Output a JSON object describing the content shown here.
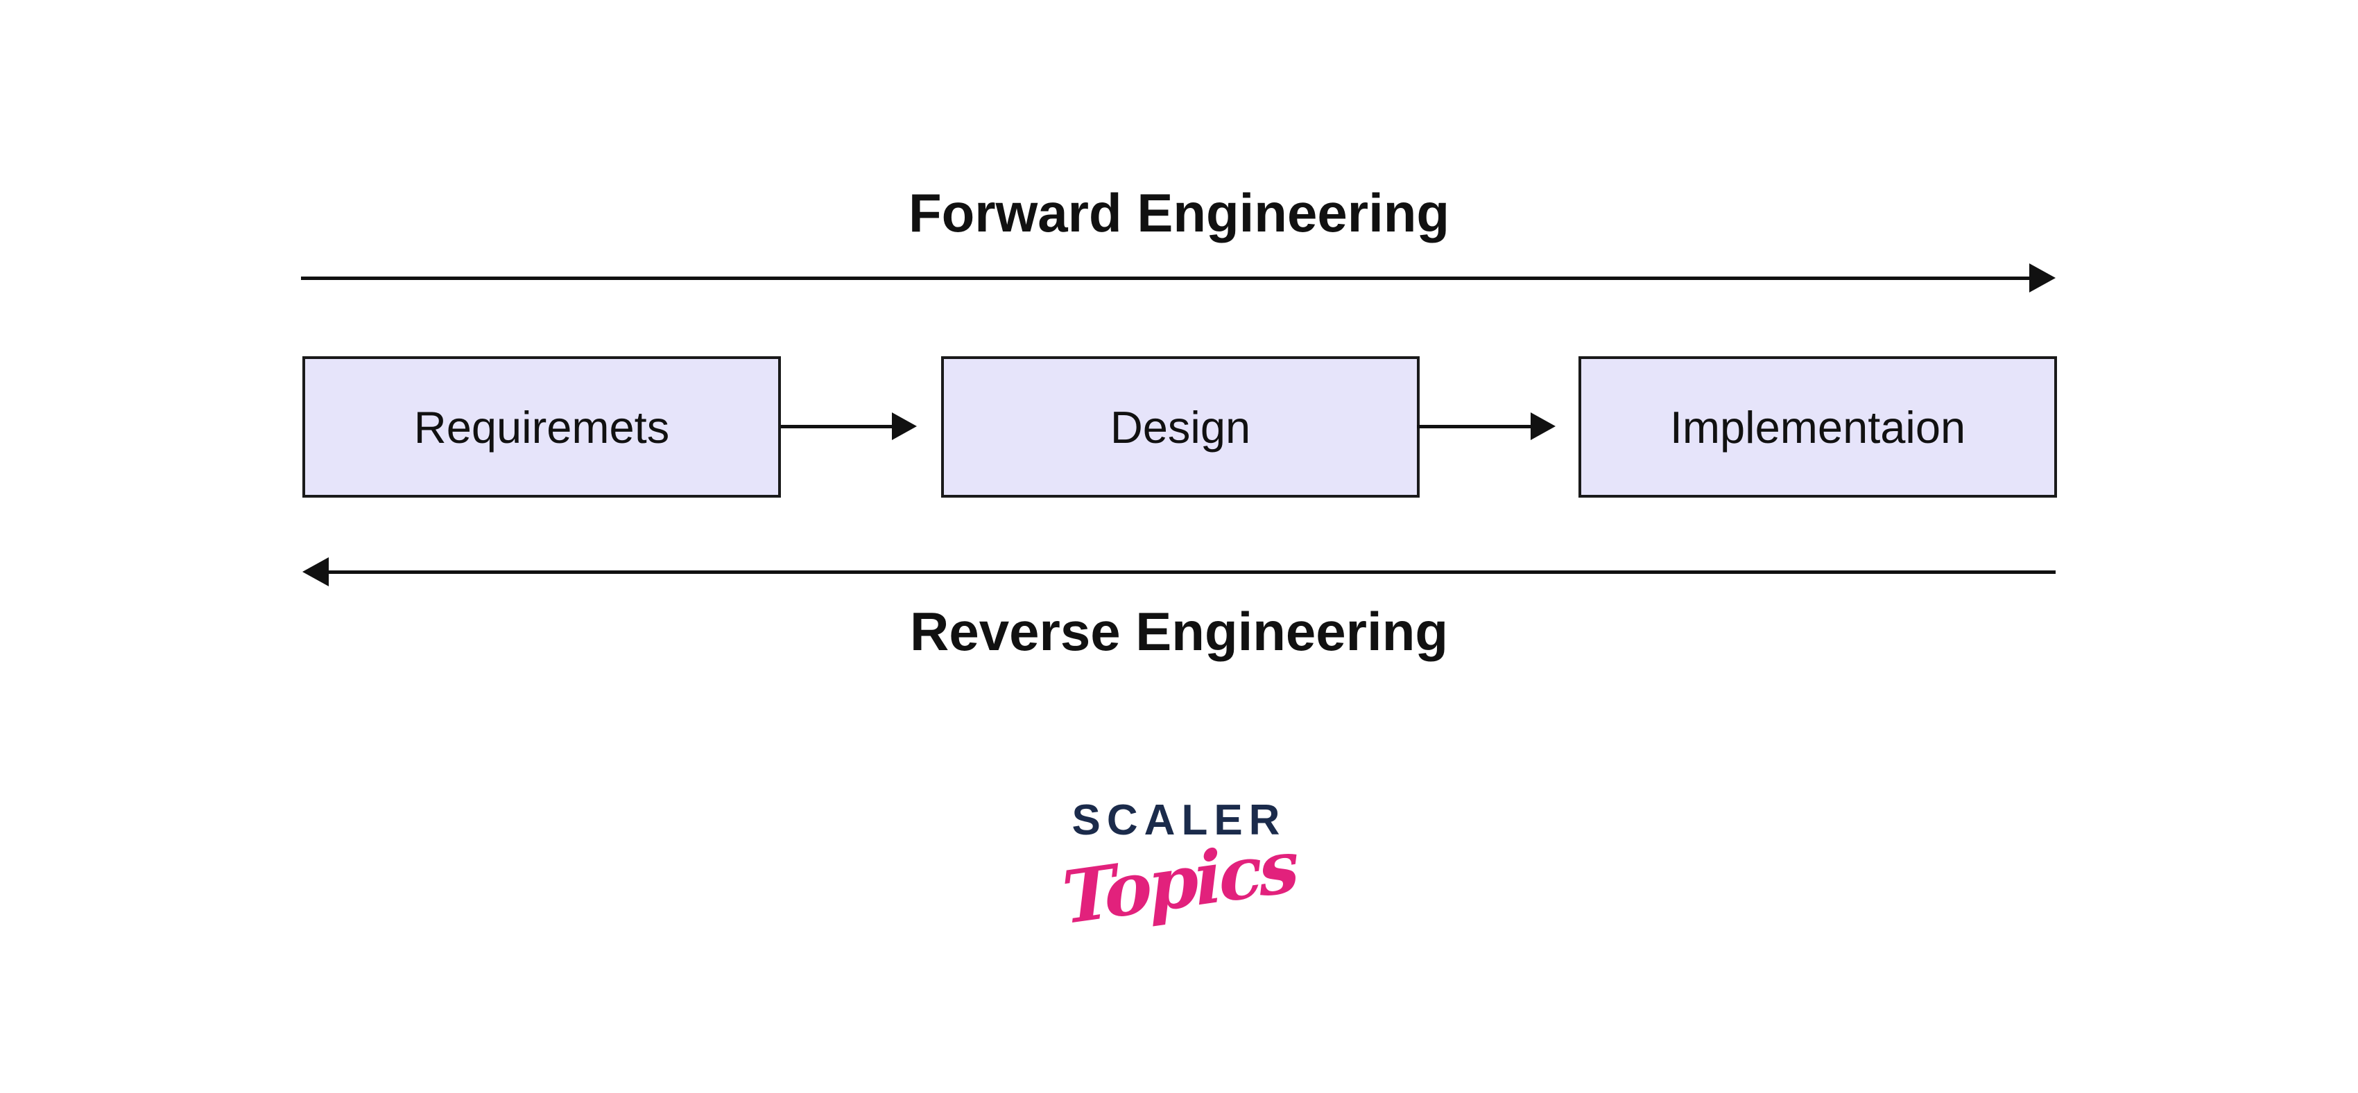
{
  "diagram": {
    "title_top": "Forward Engineering",
    "title_bottom": "Reverse Engineering",
    "nodes": [
      {
        "id": "requirements",
        "label": "Requiremets"
      },
      {
        "id": "design",
        "label": "Design"
      },
      {
        "id": "implementation",
        "label": "Implementaion"
      }
    ],
    "colors": {
      "node_fill": "#E6E4FA",
      "node_border": "#1A1A1A",
      "arrow": "#111111",
      "text": "#111111"
    }
  },
  "logo": {
    "brand": "SCALER",
    "product": "Topics",
    "brand_color": "#1B2B4B",
    "product_color": "#E2217C"
  }
}
